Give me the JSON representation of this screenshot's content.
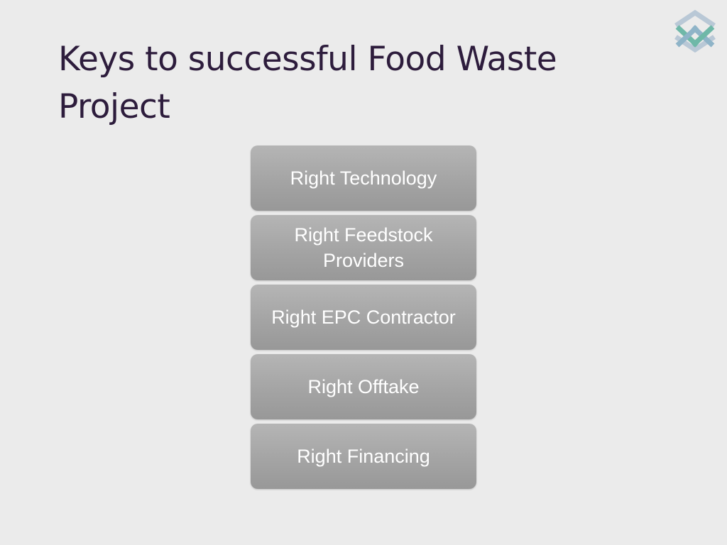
{
  "title": "Keys to successful Food Waste Project",
  "logo": {
    "icon": "company-logo-icon",
    "colors": [
      "#8fb4c8",
      "#6fb8a8",
      "#b9c8d6"
    ]
  },
  "colors": {
    "background": "#ebebeb",
    "title": "#2d1c3c",
    "box_fill": "#a8a8a8",
    "box_text": "#ffffff"
  },
  "items": [
    {
      "label": "Right Technology"
    },
    {
      "label": "Right Feedstock Providers"
    },
    {
      "label": "Right EPC Contractor"
    },
    {
      "label": "Right Offtake"
    },
    {
      "label": "Right Financing"
    }
  ]
}
